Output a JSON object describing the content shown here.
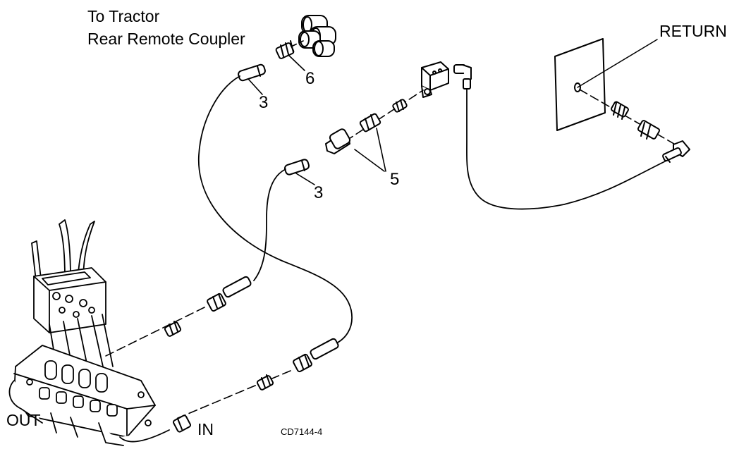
{
  "labels": {
    "tractor_line1": "To Tractor",
    "tractor_line2": "Rear Remote Coupler",
    "return": "RETURN",
    "out": "OUT",
    "in": "IN",
    "code": "CD7144-4",
    "callout_6": "6",
    "callout_3_upper": "3",
    "callout_3_lower": "3",
    "callout_5": "5"
  }
}
